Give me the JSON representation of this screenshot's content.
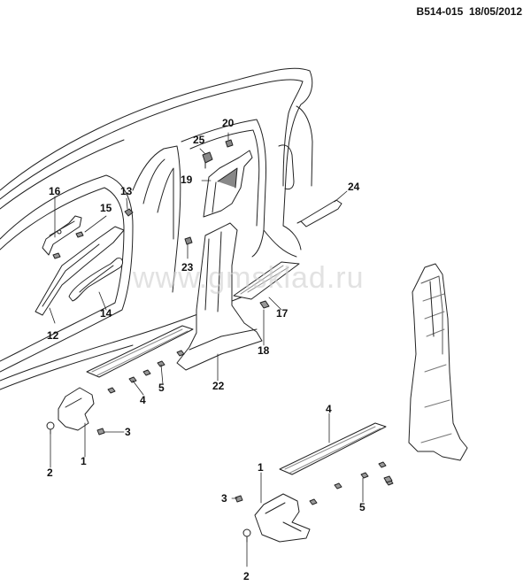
{
  "header": {
    "code": "B514-015",
    "date": "18/05/2012"
  },
  "watermark": "www.gmsklad.ru",
  "callouts": {
    "c1a": "1",
    "c1b": "1",
    "c2a": "2",
    "c2b": "2",
    "c3a": "3",
    "c3b": "3",
    "c4a": "4",
    "c4b": "4",
    "c5a": "5",
    "c5b": "5",
    "c12": "12",
    "c13": "13",
    "c14": "14",
    "c15": "15",
    "c16": "16",
    "c17": "17",
    "c18": "18",
    "c19": "19",
    "c20": "20",
    "c22": "22",
    "c23": "23",
    "c24": "24",
    "c25": "25"
  },
  "colors": {
    "line": "#222222",
    "part_fill": "#ffffff",
    "shade": "#bdbdbd",
    "dark": "#777777"
  }
}
